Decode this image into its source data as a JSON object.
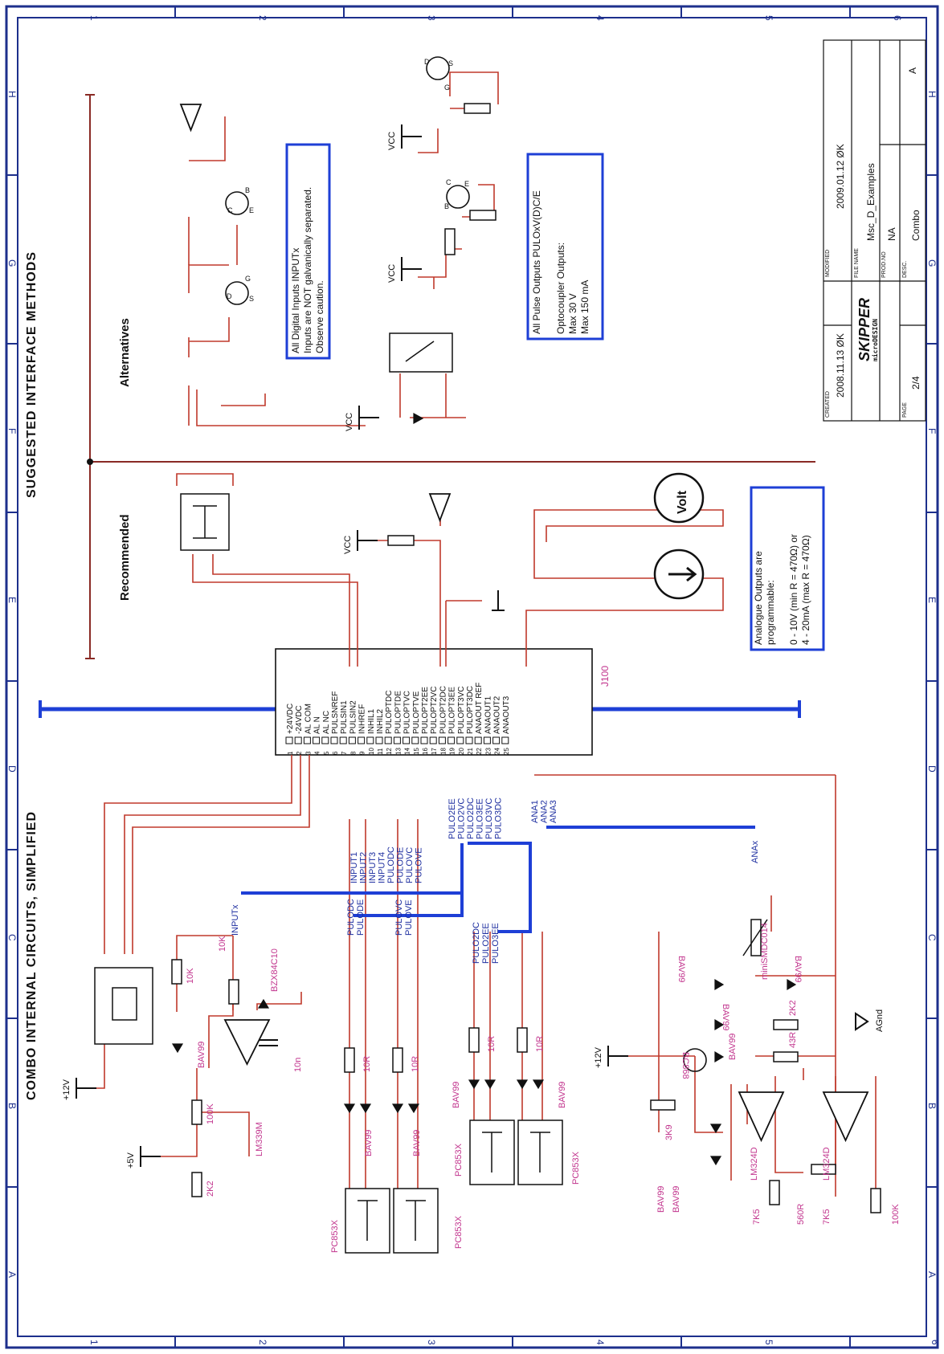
{
  "frame": {
    "col_markers": [
      "1",
      "2",
      "3",
      "4",
      "5",
      "6"
    ],
    "row_markers": [
      "H",
      "G",
      "F",
      "E",
      "D",
      "C",
      "B",
      "A"
    ]
  },
  "headings": {
    "suggested": "SUGGESTED  INTERFACE  METHODS",
    "internal": "COMBO  INTERNAL  CIRCUITS,  SIMPLIFIED",
    "alternatives": "Alternatives",
    "recommended": "Recommended"
  },
  "notes": {
    "digital": [
      "All Digital Inputs INPUTx",
      "Inputs are NOT galvanically separated.",
      "Observe caution."
    ],
    "pulse": [
      "All Pulse Outputs PULOxV(D)C/E",
      "",
      "Optocoupler Outputs:",
      "Max 30 V",
      "Max 150 mA"
    ],
    "analogue": [
      "Analogue Outputs are",
      "programmable:",
      "",
      "0 - 10V (min R = 470Ω) or",
      "4 - 20mA (max R = 470Ω)"
    ]
  },
  "connector": {
    "ref": "J100",
    "pins": [
      {
        "n": "1",
        "name": "+24VDC"
      },
      {
        "n": "2",
        "name": "-24VDC"
      },
      {
        "n": "3",
        "name": "AL COM"
      },
      {
        "n": "4",
        "name": "AL N"
      },
      {
        "n": "5",
        "name": "AL NC"
      },
      {
        "n": "6",
        "name": "PULSNREF"
      },
      {
        "n": "7",
        "name": "PULSIN1"
      },
      {
        "n": "8",
        "name": "PULSIN2"
      },
      {
        "n": "9",
        "name": "INHREF"
      },
      {
        "n": "10",
        "name": "INHIL1"
      },
      {
        "n": "11",
        "name": "INHIL2"
      },
      {
        "n": "12",
        "name": "PULOPTDC"
      },
      {
        "n": "13",
        "name": "PULOPTDE"
      },
      {
        "n": "14",
        "name": "PULOPTVC"
      },
      {
        "n": "15",
        "name": "PULOPTVE"
      },
      {
        "n": "16",
        "name": "PULOPT2EE"
      },
      {
        "n": "17",
        "name": "PULOPT2VC"
      },
      {
        "n": "18",
        "name": "PULOPT2DC"
      },
      {
        "n": "19",
        "name": "PULOPT3EE"
      },
      {
        "n": "20",
        "name": "PULOPT3VC"
      },
      {
        "n": "21",
        "name": "PULOPT3DC"
      },
      {
        "n": "22",
        "name": "ANAOUT REF"
      },
      {
        "n": "23",
        "name": "ANAOUT1"
      },
      {
        "n": "24",
        "name": "ANAOUT2"
      },
      {
        "n": "25",
        "name": "ANAOUT3"
      }
    ]
  },
  "nets": {
    "group_a": [
      "INPUT1",
      "INPUT2",
      "INPUT3",
      "INPUT4",
      "PULODC",
      "PULODE",
      "PULOVC",
      "PULOVE"
    ],
    "group_b": [
      "PULO2EE",
      "PULO2VC",
      "PULO2DC",
      "PULO3EE",
      "PULO3VC",
      "PULO3DC"
    ],
    "group_c": [
      "ANA1",
      "ANA2",
      "ANA3"
    ],
    "inputx": "INPUTx",
    "anax": "ANAx",
    "pulo1a": [
      "PULODC",
      "PULODE"
    ],
    "pulo1b": [
      "PULOVC",
      "PULOVE"
    ],
    "pulo23": [
      "PULO2DC",
      "PULO2EE",
      "PULO3EE"
    ]
  },
  "labels": {
    "vcc": "VCC",
    "p12v": "+12V",
    "p5v": "+5V",
    "agnd": "AGnd",
    "volt": "Volt",
    "bzx": "BZX84C10",
    "cap10n": "10n",
    "r10k": "10K",
    "r100k": "100K",
    "r2k2": "2K2",
    "r10r": "10R",
    "r3k9": "3K9",
    "r7k5": "7K5",
    "r560r": "560R",
    "r43r": "43R",
    "bav99": "BAV99",
    "pc853x": "PC853X",
    "lm339m": "LM339M",
    "lm324d": "LM324D",
    "bc868": "BC868",
    "minismd": "miniSMDC014",
    "pin_c": "C",
    "pin_e": "E",
    "pin_b": "B",
    "pin_d": "D",
    "pin_s": "S",
    "pin_g": "G"
  },
  "title_block": {
    "created_label": "CREATED",
    "created": "2008.11.13 ØK",
    "modified_label": "MODIFIED",
    "modified": "2009.01.12 ØK",
    "file_label": "FILE NAME",
    "file": "Msc_D_Examples",
    "prod_label": "PROD.NO",
    "prod": "NA",
    "desc_label": "DESC.",
    "desc": "Combo",
    "page_label": "PAGE",
    "page": "2/4",
    "rev": "A",
    "brand": "SKIPPER",
    "brand_sub": "microDESIGN"
  },
  "colors": {
    "frame": "#1d2f8c",
    "wire": "#c0392b",
    "bus": "#1e3fd6",
    "ink": "#111111",
    "label": "#c2358e",
    "net": "#1e2fa0"
  }
}
